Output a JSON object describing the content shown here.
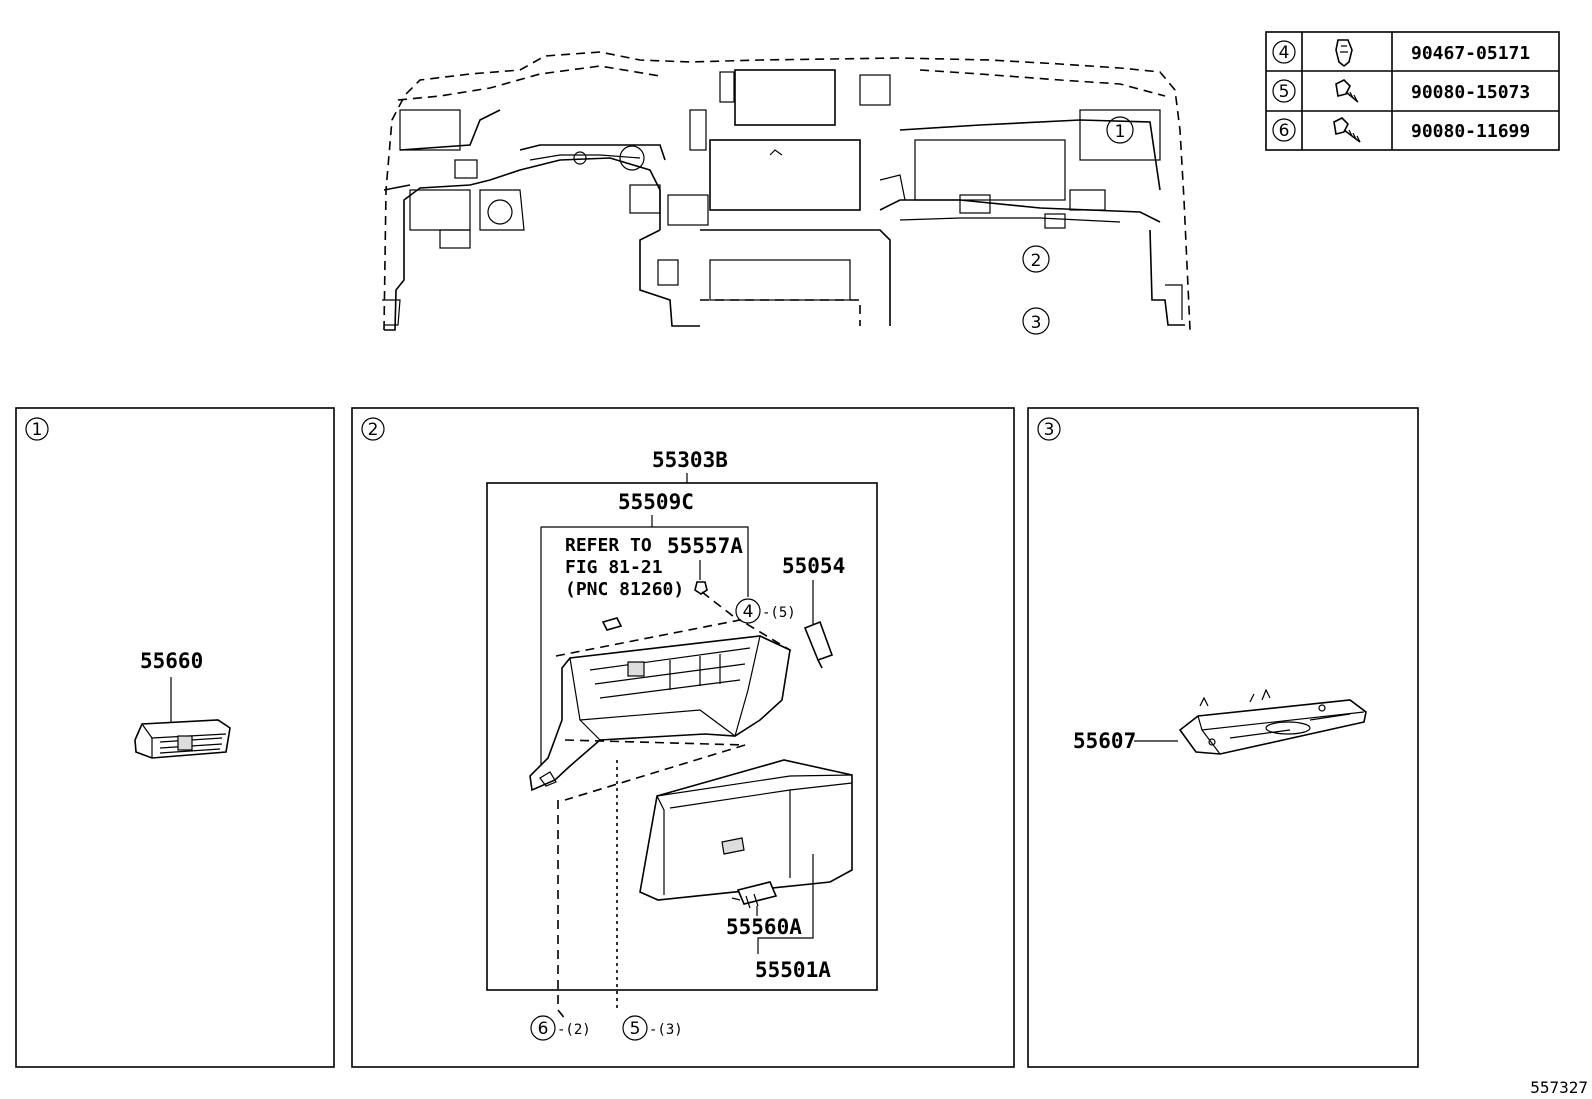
{
  "hardware_table": [
    {
      "ref": "4",
      "part_no": "90467-05171",
      "icon": "clip-icon"
    },
    {
      "ref": "5",
      "part_no": "90080-15073",
      "icon": "screw-icon"
    },
    {
      "ref": "6",
      "part_no": "90080-11699",
      "icon": "screw-icon"
    }
  ],
  "overview_callouts": {
    "c1": "1",
    "c2": "2",
    "c3": "3"
  },
  "panel1": {
    "ref": "1",
    "part": "55660"
  },
  "panel2": {
    "ref": "2",
    "assembly": "55303B",
    "subassembly": "55509C",
    "note_line1": "REFER TO",
    "note_line2": "FIG 81-21",
    "note_line3": "(PNC 81260)",
    "part_a": "55557A",
    "part_b": "55054",
    "callout4": "4",
    "callout4_qty": "-(5)",
    "part_c": "55560A",
    "part_d": "55501A",
    "callout6": "6",
    "callout6_qty": "-(2)",
    "callout5": "5",
    "callout5_qty": "-(3)"
  },
  "panel3": {
    "ref": "3",
    "part": "55607"
  },
  "illustration_id": "557327"
}
